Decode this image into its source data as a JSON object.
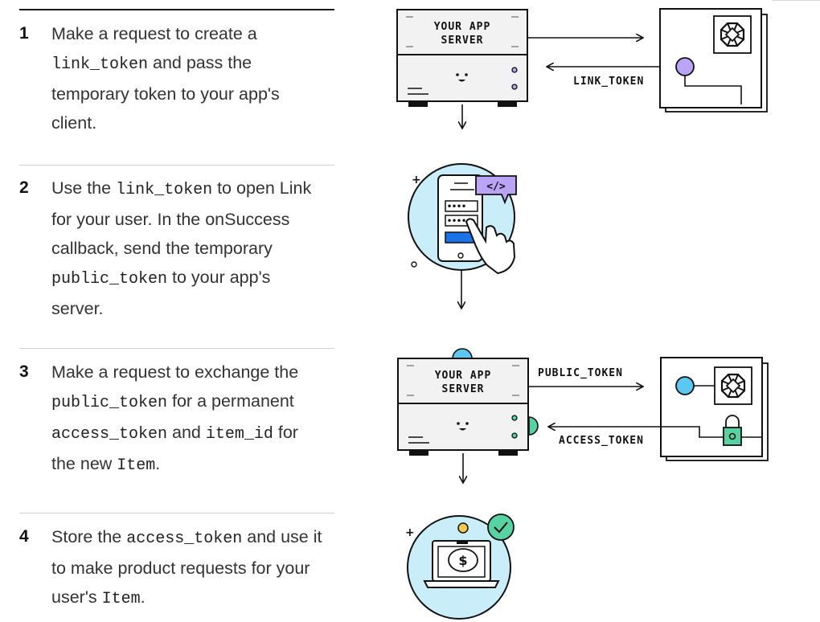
{
  "steps": [
    {
      "number": "1",
      "parts": [
        {
          "t": "Make a request to create a "
        },
        {
          "c": "link_token"
        },
        {
          "t": " and pass the temporary token to your app's client."
        }
      ]
    },
    {
      "number": "2",
      "parts": [
        {
          "t": "Use the "
        },
        {
          "c": "link_token"
        },
        {
          "t": " to open Link for your user. In the onSuccess callback, send the temporary "
        },
        {
          "c": "public_token"
        },
        {
          "t": " to your app's server."
        }
      ]
    },
    {
      "number": "3",
      "parts": [
        {
          "t": "Make a request to exchange the "
        },
        {
          "c": "public_token"
        },
        {
          "t": " for a permanent "
        },
        {
          "c": "access_token"
        },
        {
          "t": " and "
        },
        {
          "c": "item_id"
        },
        {
          "t": " for the new "
        },
        {
          "c": "Item"
        },
        {
          "t": "."
        }
      ]
    },
    {
      "number": "4",
      "parts": [
        {
          "t": "Store the "
        },
        {
          "c": "access_token"
        },
        {
          "t": " and use it to make product requests for your user's "
        },
        {
          "c": "Item"
        },
        {
          "t": "."
        }
      ]
    }
  ],
  "diagram": {
    "server_label_line1": "YOUR APP",
    "server_label_line2": "SERVER",
    "link_token_label": "LINK_TOKEN",
    "public_token_label": "PUBLIC_TOKEN",
    "access_token_label": "ACCESS_TOKEN",
    "code_tag": "</>",
    "dollar_sign": "$",
    "icons": [
      "plaid-logo-icon",
      "phone-tap-icon",
      "lock-icon",
      "piggy-bank-laptop-icon",
      "checkmark-icon"
    ],
    "colors": {
      "purple": "#b9a4f5",
      "blue": "#5ac8f0",
      "light_blue": "#c9eef9",
      "green": "#56d3a0",
      "yellow": "#f7c948",
      "link_blue": "#1a73e8"
    }
  }
}
